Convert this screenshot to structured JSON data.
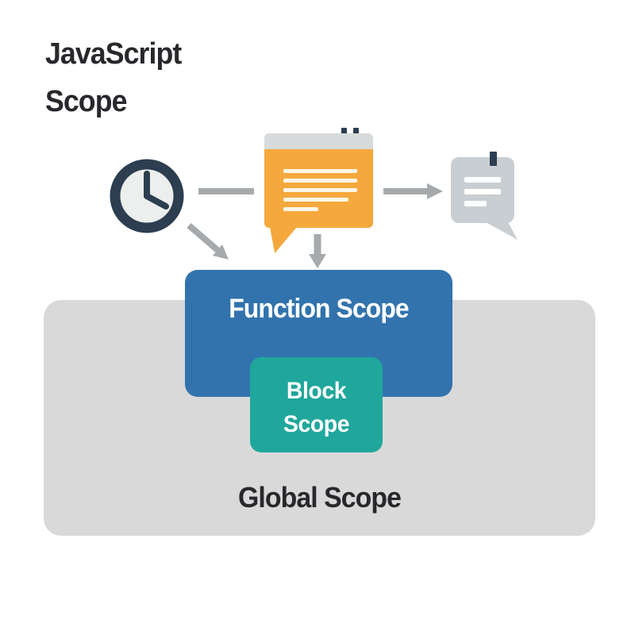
{
  "title": {
    "line1": "JavaScript",
    "line2": "Scope"
  },
  "boxes": {
    "function": {
      "label": "Function Scope",
      "color": "#3273ad",
      "text_color": "#ffffff"
    },
    "block": {
      "label": "Block Scope",
      "label_line1": "Block",
      "label_line2": "Scope",
      "color": "#20a79c",
      "text_color": "#ffffff"
    },
    "global": {
      "label": "Global Scope",
      "color": "#d9d9d9",
      "text_color": "#28282c"
    }
  },
  "icons": {
    "clock": {
      "name": "clock-icon",
      "ring_color": "#2c3e50",
      "face_color": "#edefee"
    },
    "message": {
      "name": "chat-message-icon",
      "body_color": "#f5a83c",
      "header_color": "#d8dbdb",
      "tab_color": "#2c3e50",
      "line_color": "#ffffff"
    },
    "reply": {
      "name": "chat-reply-icon",
      "body_color": "#c9ced2",
      "tab_color": "#2c3e50",
      "line_color": "#ffffff"
    }
  },
  "arrows": {
    "color": "#a7aaac",
    "connections": [
      {
        "from": "clock-icon",
        "to": "chat-message-icon",
        "direction": "right"
      },
      {
        "from": "chat-message-icon",
        "to": "chat-reply-icon",
        "direction": "right"
      },
      {
        "from": "clock-icon",
        "to": "function-scope-box",
        "direction": "down-right"
      },
      {
        "from": "chat-message-icon",
        "to": "function-scope-box",
        "direction": "down"
      }
    ]
  }
}
